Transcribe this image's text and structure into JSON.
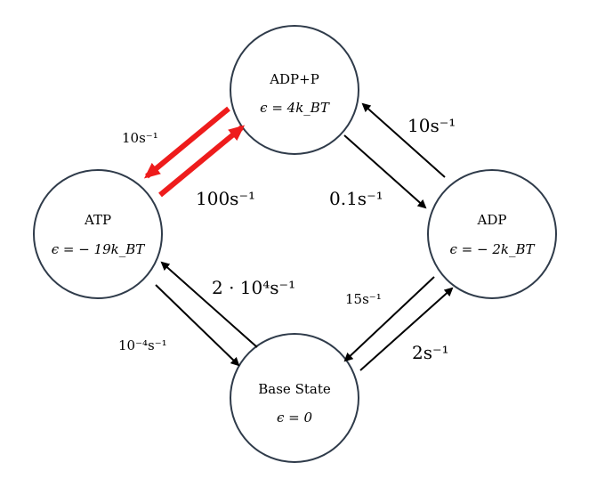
{
  "colors": {
    "default_arrow": "#000000",
    "highlight_arrow": "#ee1c1c",
    "circle_stroke": "#2f3b4a"
  },
  "states": {
    "adp_p": {
      "title": "ADP+P",
      "energy": "ϵ = 4k_BT"
    },
    "atp": {
      "title": "ATP",
      "energy": "ϵ = − 19k_BT"
    },
    "adp": {
      "title": "ADP",
      "energy": "ϵ = − 2k_BT"
    },
    "base": {
      "title": "Base State",
      "energy": "ϵ = 0"
    }
  },
  "rates": {
    "adp_p_to_atp": "10s⁻¹",
    "atp_to_adp_p": "100s⁻¹",
    "adp_to_adp_p": "10s⁻¹",
    "adp_p_to_adp": "0.1s⁻¹",
    "base_to_atp": "2 · 10⁴s⁻¹",
    "atp_to_base": "10⁻⁴s⁻¹",
    "adp_to_base": "15s⁻¹",
    "base_to_adp": "2s⁻¹"
  }
}
